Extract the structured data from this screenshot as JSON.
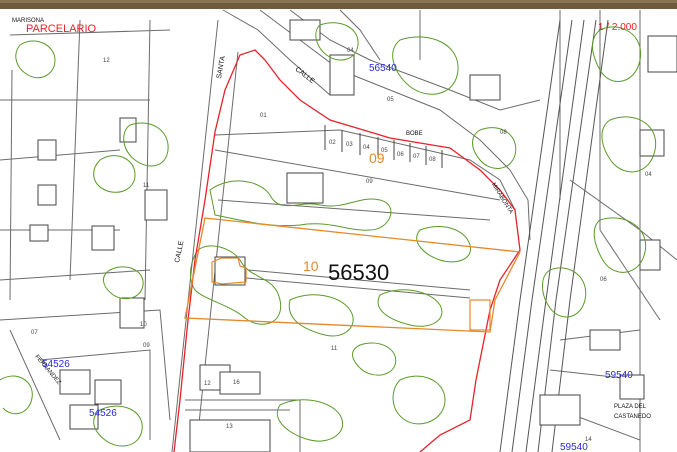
{
  "header": {
    "title": "PARCELARIO",
    "scale": "1 / 2.000"
  },
  "parcels": {
    "main_ref": "56530",
    "main_sub_10": "10",
    "main_sub_09": "09",
    "ref_56540_top": "56540",
    "ref_59540_right": "59540",
    "ref_59540_bottom": "59540",
    "ref_54526_a": "54526",
    "ref_54526_b": "54526"
  },
  "small_labels": {
    "l01": "01",
    "l02": "02",
    "l03": "03",
    "l04": "04",
    "l05": "05",
    "l06": "06",
    "l07": "07",
    "l08": "08",
    "l09": "09",
    "l11": "11",
    "l12": "12",
    "l13": "13",
    "l14": "14",
    "l16": "16",
    "top04": "04",
    "top05": "05",
    "top08": "08",
    "right04": "04",
    "right06": "06",
    "left12": "12",
    "left11": "11",
    "left07": "07",
    "left10": "10",
    "left09": "09"
  },
  "streets": {
    "calle_santa": "SANTA",
    "calle_left": "CALLE",
    "calle_top": "CALLE",
    "bobe": "BOBE",
    "mira": "MIRABONTA",
    "marisona": "MARISONA",
    "fernandez": "FERNANDEZ",
    "plaza": "PLAZA DEL",
    "castanedo": "CASTANEDO"
  },
  "colors": {
    "red_boundary": "#e8222a",
    "orange_parcel": "#e5892a",
    "vegetation": "#5a9a2a",
    "ref_blue": "#2a2ad8",
    "line_grey": "#6b6b6b"
  }
}
